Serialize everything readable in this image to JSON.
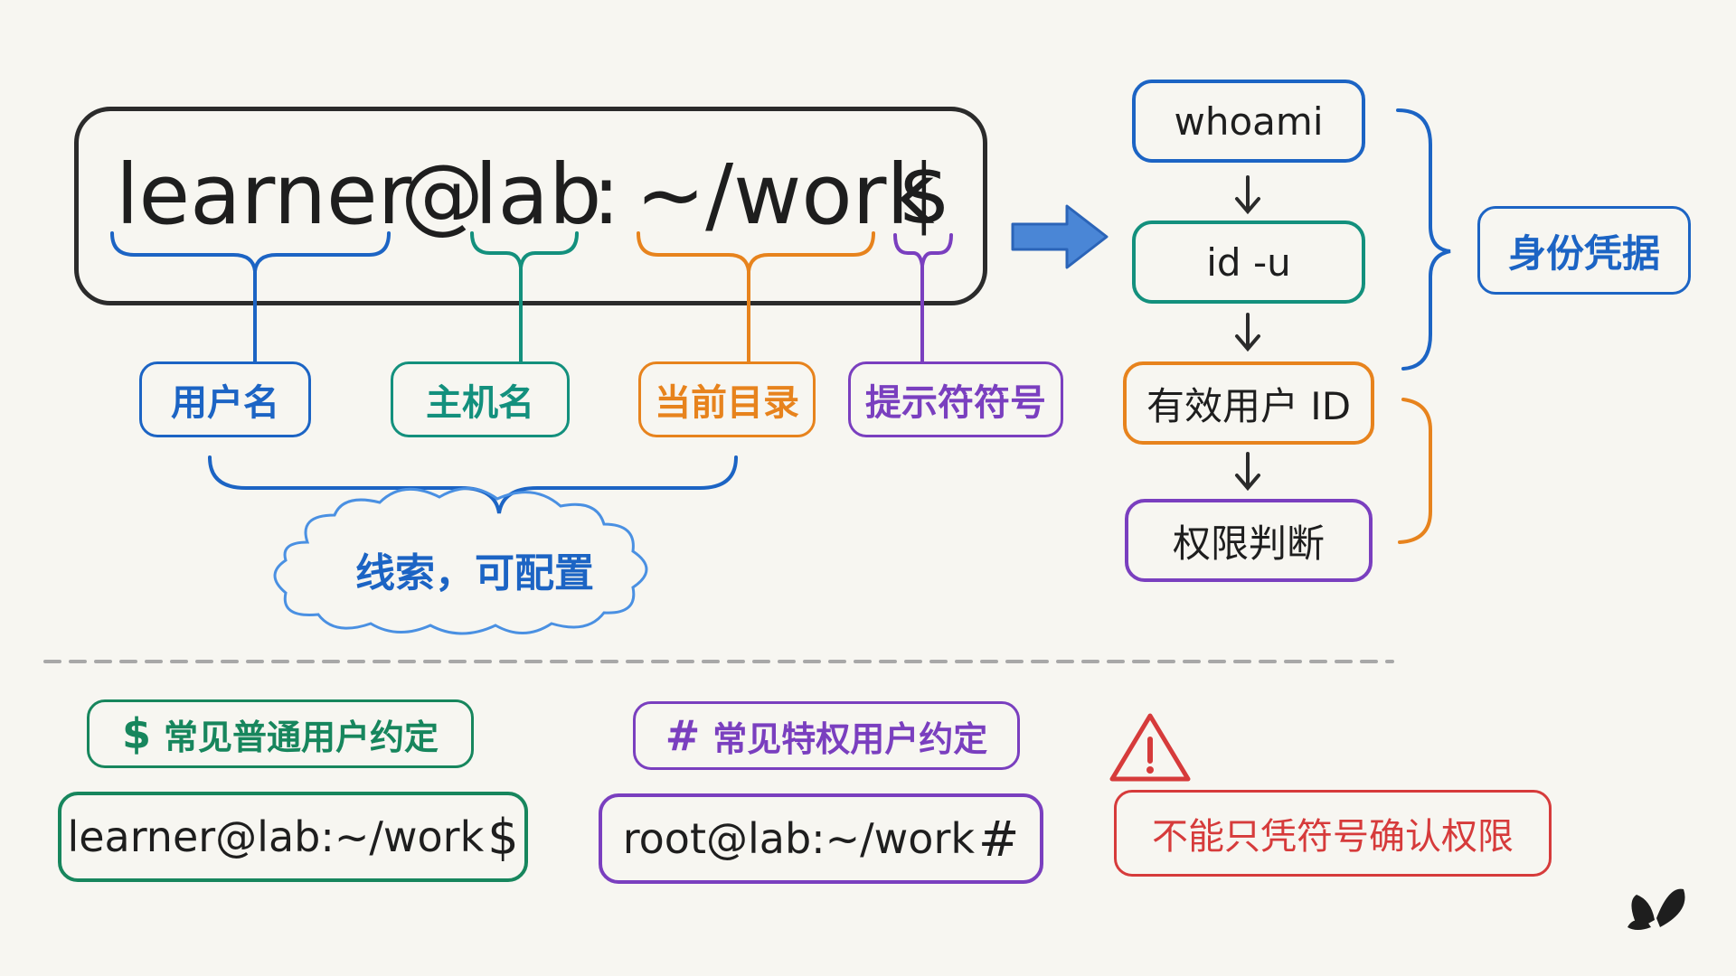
{
  "prompt": {
    "user": "learner",
    "at": "@",
    "host": "lab",
    "colon": ":",
    "dir": "~/work",
    "symbol": "$"
  },
  "parts": {
    "user": "用户名",
    "host": "主机名",
    "dir": "当前目录",
    "symbol": "提示符符号"
  },
  "cloud": "线索，可配置",
  "flow": {
    "step1": "whoami",
    "step2": "id -u",
    "step3": "有效用户 ID",
    "step4": "权限判断",
    "identity": "身份凭据"
  },
  "conventions": {
    "normal_symbol": "$",
    "normal_label": "常见普通用户约定",
    "normal_example": "learner@lab:~/work",
    "priv_symbol": "#",
    "priv_label": "常见特权用户约定",
    "priv_example": "root@lab:~/work",
    "warning": "不能只凭符号确认权限"
  },
  "colors": {
    "user": "#1c64c4",
    "host": "#13907d",
    "dir": "#e7831d",
    "symbol": "#7a3fbf",
    "normal": "#17865d",
    "warning": "#d63b3b"
  },
  "icons": [
    "warning-icon",
    "right-arrow-icon",
    "down-arrow-icon",
    "butterfly-icon"
  ]
}
